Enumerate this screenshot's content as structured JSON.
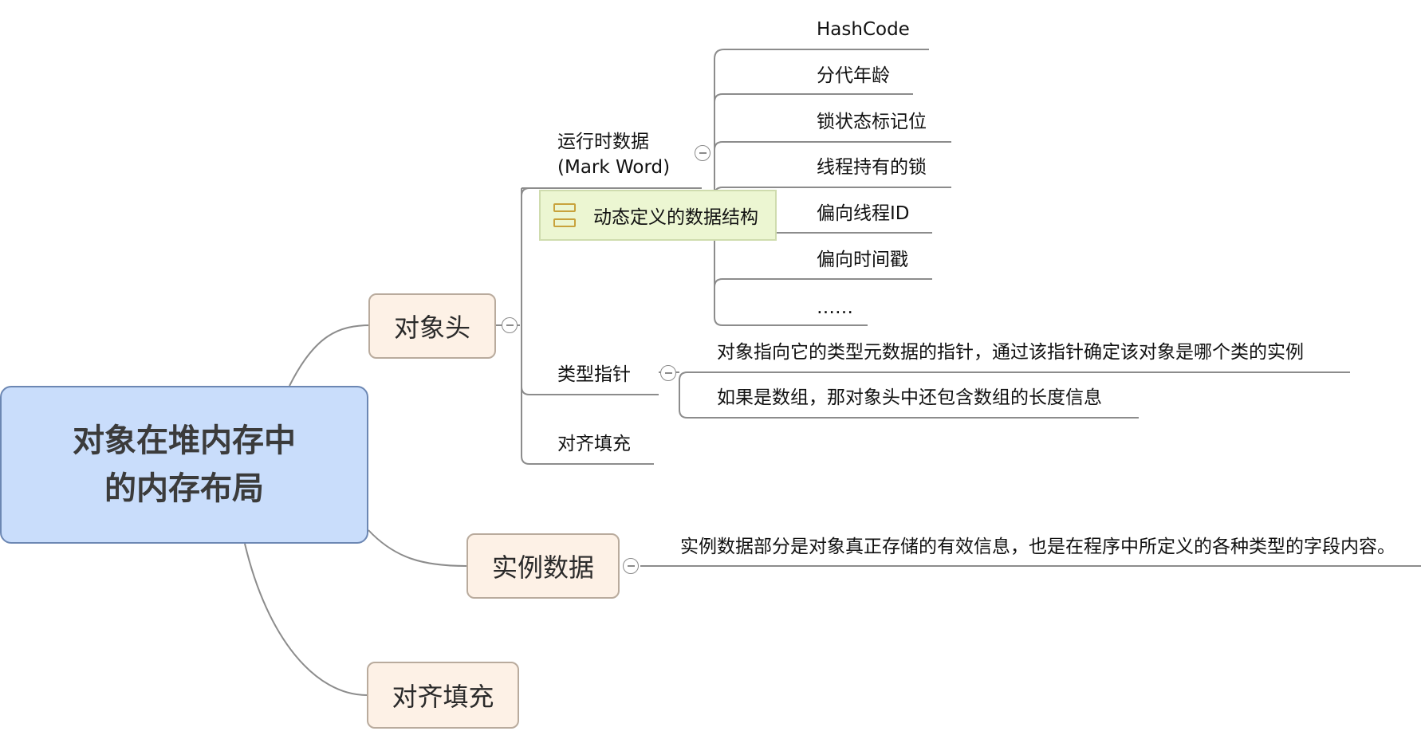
{
  "root": {
    "label": "对象在堆内存中\n的内存布局"
  },
  "branches": {
    "object_header": {
      "label": "对象头",
      "children": {
        "mark_word": {
          "label": "运行时数据\n(Mark Word)",
          "note": "动态定义的数据结构",
          "items": [
            "HashCode",
            "分代年龄",
            "锁状态标记位",
            "线程持有的锁",
            "偏向线程ID",
            "偏向时间戳",
            "……"
          ]
        },
        "type_pointer": {
          "label": "类型指针",
          "items": [
            "对象指向它的类型元数据的指针，通过该指针确定该对象是哪个类的实例",
            "如果是数组，那对象头中还包含数组的长度信息"
          ]
        },
        "padding": {
          "label": "对齐填充"
        }
      }
    },
    "instance_data": {
      "label": "实例数据",
      "description": "实例数据部分是对象真正存储的有效信息，也是在程序中所定义的各种类型的字段内容。"
    },
    "alignment": {
      "label": "对齐填充"
    }
  },
  "colors": {
    "root_fill": "#c9ddfb",
    "root_border": "#6c87b3",
    "branch_fill": "#fdf1e6",
    "branch_border": "#b9ab9d",
    "note_fill": "#ecf6d2",
    "line": "#8c8c8c"
  },
  "icons": {
    "collapse": "collapse-minus-icon",
    "note": "note-list-icon"
  }
}
